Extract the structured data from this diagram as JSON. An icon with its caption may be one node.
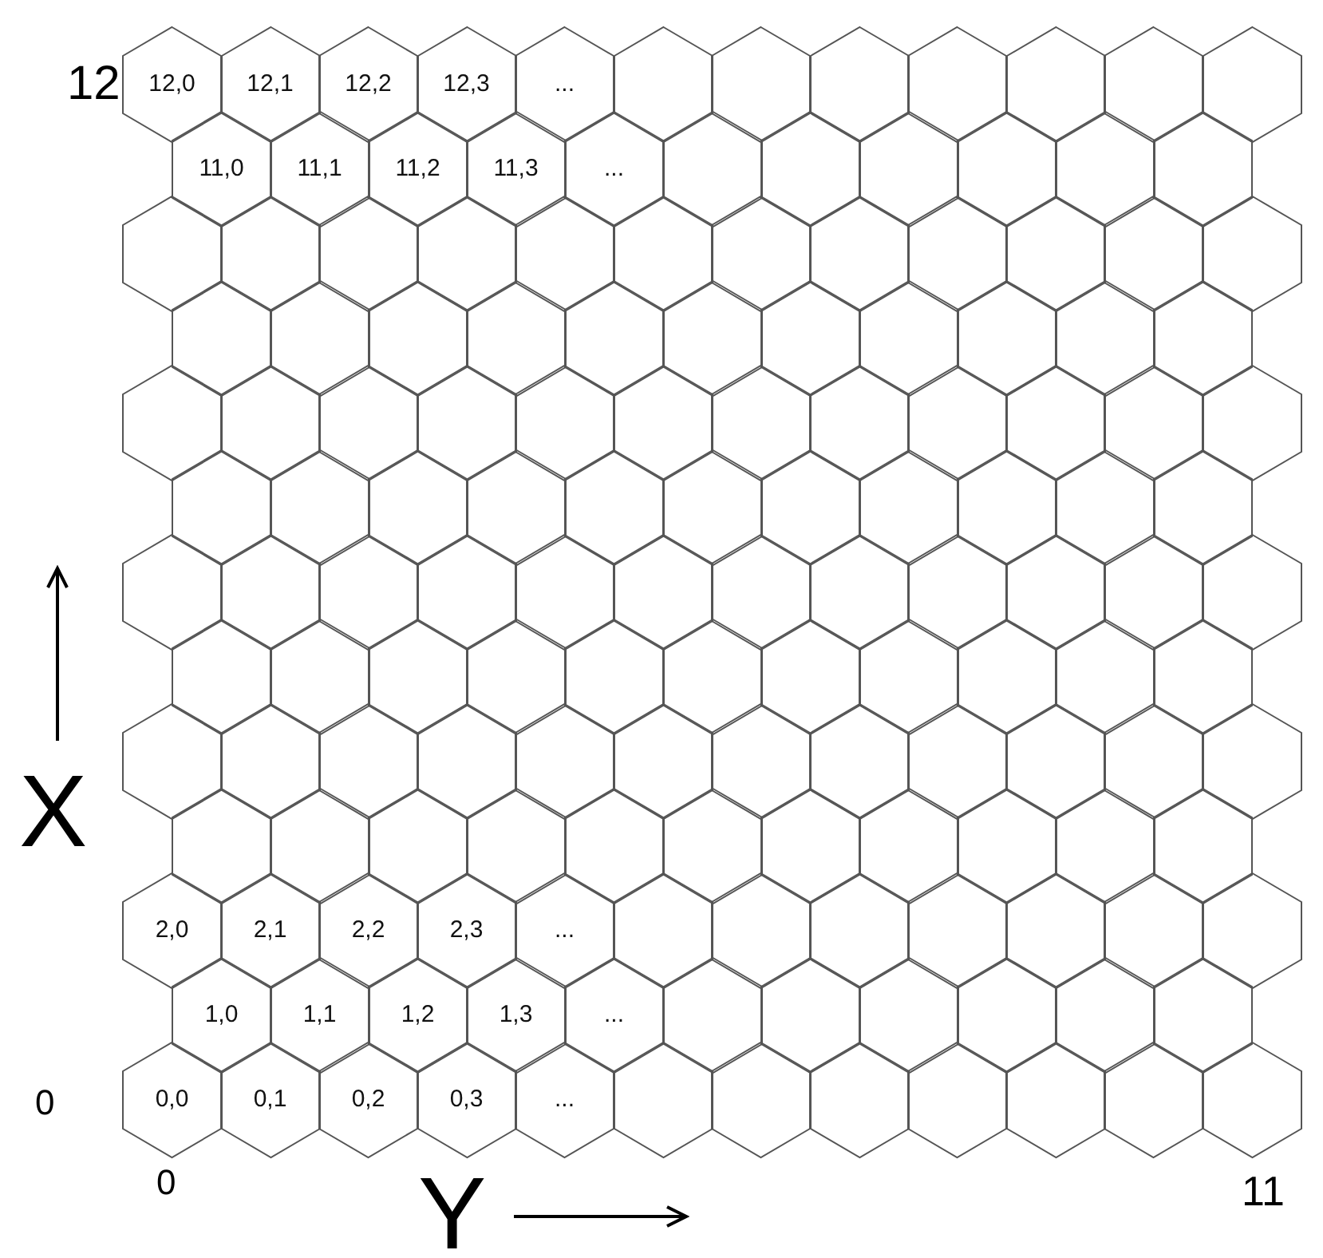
{
  "diagram": {
    "nodes": [
      {
        "text": [
          "12,0"
        ]
      },
      {
        "text": [
          "12,1"
        ]
      },
      {
        "text": [
          "12,2"
        ]
      },
      {
        "text": [
          "12,3"
        ]
      },
      {
        "text": [
          "..."
        ]
      },
      {
        "text": [],
        "shape": "hexagon"
      },
      {
        "text": [],
        "shape": "hexagon"
      },
      {
        "text": [],
        "shape": "hexagon"
      },
      {
        "text": [],
        "shape": "hexagon"
      },
      {
        "text": [],
        "shape": "hexagon"
      },
      {
        "text": [],
        "shape": "hexagon"
      },
      {
        "text": [],
        "shape": "hexagon"
      },
      {
        "text": [
          "11,0"
        ]
      },
      {
        "text": [
          "11,1"
        ]
      },
      {
        "text": [
          "11,2"
        ]
      },
      {
        "text": [
          "11,3"
        ]
      },
      {
        "text": [
          "..."
        ]
      },
      {
        "text": [],
        "shape": "hexagon"
      },
      {
        "text": [],
        "shape": "hexagon"
      },
      {
        "text": [],
        "shape": "hexagon"
      },
      {
        "text": [],
        "shape": "hexagon"
      },
      {
        "text": [],
        "shape": "hexagon"
      },
      {
        "text": [],
        "shape": "hexagon"
      },
      {
        "text": [],
        "shape": "hexagon"
      },
      {
        "text": [],
        "shape": "hexagon"
      },
      {
        "text": [],
        "shape": "hexagon"
      },
      {
        "text": [],
        "shape": "hexagon"
      },
      {
        "text": [],
        "shape": "hexagon"
      },
      {
        "text": [],
        "shape": "hexagon"
      },
      {
        "text": [],
        "shape": "hexagon"
      },
      {
        "text": [],
        "shape": "hexagon"
      },
      {
        "text": [],
        "shape": "hexagon"
      },
      {
        "text": [],
        "shape": "hexagon"
      },
      {
        "text": [],
        "shape": "hexagon"
      },
      {
        "text": [],
        "shape": "hexagon"
      },
      {
        "text": [],
        "shape": "hexagon"
      },
      {
        "text": [],
        "shape": "hexagon"
      },
      {
        "text": [],
        "shape": "hexagon"
      },
      {
        "text": [],
        "shape": "hexagon"
      },
      {
        "text": [],
        "shape": "hexagon"
      },
      {
        "text": [],
        "shape": "hexagon"
      },
      {
        "text": [],
        "shape": "hexagon"
      },
      {
        "text": [],
        "shape": "hexagon"
      },
      {
        "text": [],
        "shape": "hexagon"
      },
      {
        "text": [],
        "shape": "hexagon"
      },
      {
        "text": [],
        "shape": "hexagon"
      },
      {
        "text": [],
        "shape": "hexagon"
      },
      {
        "text": [],
        "shape": "hexagon"
      },
      {
        "text": [],
        "shape": "hexagon"
      },
      {
        "text": [],
        "shape": "hexagon"
      },
      {
        "text": [],
        "shape": "hexagon"
      },
      {
        "text": [],
        "shape": "hexagon"
      },
      {
        "text": [],
        "shape": "hexagon"
      },
      {
        "text": [],
        "shape": "hexagon"
      },
      {
        "text": [],
        "shape": "hexagon"
      },
      {
        "text": [],
        "shape": "hexagon"
      },
      {
        "text": [],
        "shape": "hexagon"
      },
      {
        "text": [],
        "shape": "hexagon"
      },
      {
        "text": [],
        "shape": "hexagon"
      },
      {
        "text": [],
        "shape": "hexagon"
      },
      {
        "text": [],
        "shape": "hexagon"
      },
      {
        "text": [],
        "shape": "hexagon"
      },
      {
        "text": [],
        "shape": "hexagon"
      },
      {
        "text": [],
        "shape": "hexagon"
      },
      {
        "text": [],
        "shape": "hexagon"
      },
      {
        "text": [],
        "shape": "hexagon"
      },
      {
        "text": [],
        "shape": "hexagon"
      },
      {
        "text": [],
        "shape": "hexagon"
      },
      {
        "text": [],
        "shape": "hexagon"
      },
      {
        "text": [],
        "shape": "hexagon"
      },
      {
        "text": [],
        "shape": "hexagon"
      },
      {
        "text": [],
        "shape": "hexagon"
      },
      {
        "text": [],
        "shape": "hexagon"
      },
      {
        "text": [],
        "shape": "hexagon"
      },
      {
        "text": [],
        "shape": "hexagon"
      },
      {
        "text": [],
        "shape": "hexagon"
      },
      {
        "text": [],
        "shape": "hexagon"
      },
      {
        "text": [],
        "shape": "hexagon"
      },
      {
        "text": [],
        "shape": "hexagon"
      },
      {
        "text": [],
        "shape": "hexagon"
      },
      {
        "text": [],
        "shape": "hexagon"
      },
      {
        "text": [],
        "shape": "hexagon"
      },
      {
        "text": [],
        "shape": "hexagon"
      },
      {
        "text": [],
        "shape": "hexagon"
      },
      {
        "text": [],
        "shape": "hexagon"
      },
      {
        "text": [],
        "shape": "hexagon"
      },
      {
        "text": [],
        "shape": "hexagon"
      },
      {
        "text": [],
        "shape": "hexagon"
      },
      {
        "text": [],
        "shape": "hexagon"
      },
      {
        "text": [],
        "shape": "hexagon"
      },
      {
        "text": [],
        "shape": "hexagon"
      },
      {
        "text": [],
        "shape": "hexagon"
      },
      {
        "text": [],
        "shape": "hexagon"
      },
      {
        "text": [],
        "shape": "hexagon"
      },
      {
        "text": [],
        "shape": "hexagon"
      },
      {
        "text": [],
        "shape": "hexagon"
      },
      {
        "text": [],
        "shape": "hexagon"
      },
      {
        "text": [],
        "shape": "hexagon"
      },
      {
        "text": [],
        "shape": "hexagon"
      },
      {
        "text": [],
        "shape": "hexagon"
      },
      {
        "text": [],
        "shape": "hexagon"
      },
      {
        "text": [],
        "shape": "hexagon"
      },
      {
        "text": [],
        "shape": "hexagon"
      },
      {
        "text": [],
        "shape": "hexagon"
      },
      {
        "text": [],
        "shape": "hexagon"
      },
      {
        "text": [],
        "shape": "hexagon"
      },
      {
        "text": [],
        "shape": "hexagon"
      },
      {
        "text": [],
        "shape": "hexagon"
      },
      {
        "text": [],
        "shape": "hexagon"
      },
      {
        "text": [],
        "shape": "hexagon"
      },
      {
        "text": [],
        "shape": "hexagon"
      },
      {
        "text": [],
        "shape": "hexagon"
      },
      {
        "text": [],
        "shape": "hexagon"
      },
      {
        "text": [],
        "shape": "hexagon"
      },
      {
        "text": [],
        "shape": "hexagon"
      },
      {
        "text": [
          "2,0"
        ]
      },
      {
        "text": [
          "2,1"
        ]
      },
      {
        "text": [
          "2,2"
        ]
      },
      {
        "text": [
          "2,3"
        ]
      },
      {
        "text": [
          "..."
        ]
      },
      {
        "text": [],
        "shape": "hexagon"
      },
      {
        "text": [],
        "shape": "hexagon"
      },
      {
        "text": [],
        "shape": "hexagon"
      },
      {
        "text": [],
        "shape": "hexagon"
      },
      {
        "text": [],
        "shape": "hexagon"
      },
      {
        "text": [],
        "shape": "hexagon"
      },
      {
        "text": [],
        "shape": "hexagon"
      },
      {
        "text": [
          "1,0"
        ]
      },
      {
        "text": [
          "1,1"
        ]
      },
      {
        "text": [
          "1,2"
        ]
      },
      {
        "text": [
          "1,3"
        ]
      },
      {
        "text": [
          "..."
        ]
      },
      {
        "text": [],
        "shape": "hexagon"
      },
      {
        "text": [],
        "shape": "hexagon"
      },
      {
        "text": [],
        "shape": "hexagon"
      },
      {
        "text": [],
        "shape": "hexagon"
      },
      {
        "text": [],
        "shape": "hexagon"
      },
      {
        "text": [],
        "shape": "hexagon"
      },
      {
        "text": [
          "0,0"
        ]
      },
      {
        "text": [
          "0,1"
        ]
      },
      {
        "text": [
          "0,2"
        ]
      },
      {
        "text": [
          "0,3"
        ]
      },
      {
        "text": [
          "..."
        ]
      },
      {
        "text": [],
        "shape": "hexagon"
      },
      {
        "text": [],
        "shape": "hexagon"
      },
      {
        "text": [],
        "shape": "hexagon"
      },
      {
        "text": [],
        "shape": "hexagon"
      },
      {
        "text": [],
        "shape": "hexagon"
      },
      {
        "text": [],
        "shape": "hexagon"
      },
      {
        "text": [],
        "shape": "hexagon"
      }
    ],
    "labels": [
      "12",
      "X",
      "0",
      "0",
      "Y",
      "11"
    ]
  }
}
